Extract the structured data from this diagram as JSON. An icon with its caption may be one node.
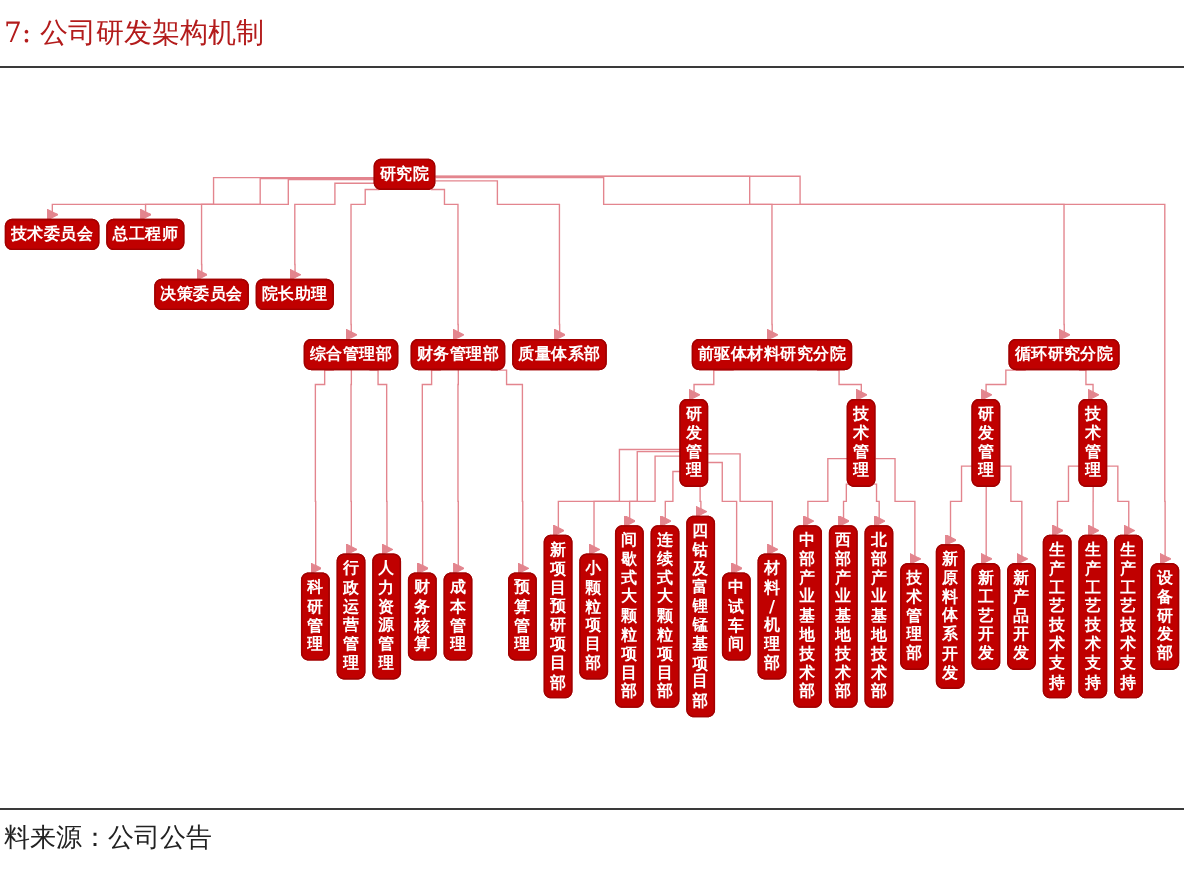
{
  "diagram": {
    "title": "7: 公司研发架构机制",
    "caption": "料来源：公司公告",
    "nodes": [
      {
        "text": [
          "研究院"
        ]
      },
      {
        "text": [
          "技术委员会"
        ]
      },
      {
        "text": [
          "总工程师"
        ]
      },
      {
        "text": [
          "决策委员会"
        ]
      },
      {
        "text": [
          "院长助理"
        ]
      },
      {
        "text": [
          "综合管理部"
        ]
      },
      {
        "text": [
          "财务管理部"
        ]
      },
      {
        "text": [
          "质量体系部"
        ]
      },
      {
        "text": [
          "前驱体材料研究分院"
        ]
      },
      {
        "text": [
          "循环研究分院"
        ]
      },
      {
        "text": [
          "研发管理"
        ]
      },
      {
        "text": [
          "技术管理"
        ]
      },
      {
        "text": [
          "研发管理"
        ]
      },
      {
        "text": [
          "技术管理"
        ]
      },
      {
        "text": [
          "科研管理"
        ]
      },
      {
        "text": [
          "行政运营管理"
        ]
      },
      {
        "text": [
          "人力资源管理"
        ]
      },
      {
        "text": [
          "财务核算"
        ]
      },
      {
        "text": [
          "成本管理"
        ]
      },
      {
        "text": [
          "预算管理"
        ]
      },
      {
        "text": [
          "新项目预研项目部"
        ]
      },
      {
        "text": [
          "小颗粒项目部"
        ]
      },
      {
        "text": [
          "间歇式大颗粒项目部"
        ]
      },
      {
        "text": [
          "连续式大颗粒项目部"
        ]
      },
      {
        "text": [
          "四钴及富锂锰基项目部"
        ]
      },
      {
        "text": [
          "中试车间"
        ]
      },
      {
        "text": [
          "材料/机理部"
        ]
      },
      {
        "text": [
          "中部产业基地技术部"
        ]
      },
      {
        "text": [
          "西部产业基地技术部"
        ]
      },
      {
        "text": [
          "北部产业基地技术部"
        ]
      },
      {
        "text": [
          "技术管理部"
        ]
      },
      {
        "text": [
          "新原料体系开发"
        ]
      },
      {
        "text": [
          "新工艺开发"
        ]
      },
      {
        "text": [
          "新产品开发"
        ]
      },
      {
        "text": [
          "生产工艺技术支持"
        ]
      },
      {
        "text": [
          "生产工艺技术支持"
        ]
      },
      {
        "text": [
          "生产工艺技术支持"
        ]
      },
      {
        "text": [
          "设备研发部"
        ]
      }
    ],
    "edges": [
      {
        "from": 0,
        "to": 1,
        "arrow": "to"
      },
      {
        "from": 0,
        "to": 2,
        "arrow": "to"
      },
      {
        "from": 0,
        "to": 3,
        "arrow": "to"
      },
      {
        "from": 0,
        "to": 4,
        "arrow": "to"
      },
      {
        "from": 0,
        "to": 5,
        "arrow": "to"
      },
      {
        "from": 0,
        "to": 6,
        "arrow": "to"
      },
      {
        "from": 0,
        "to": 7,
        "arrow": "to"
      },
      {
        "from": 0,
        "to": 8,
        "arrow": "to"
      },
      {
        "from": 0,
        "to": 9,
        "arrow": "to"
      },
      {
        "from": 0,
        "to": 37,
        "arrow": "to"
      },
      {
        "from": 8,
        "to": 10,
        "arrow": "to"
      },
      {
        "from": 8,
        "to": 11,
        "arrow": "to"
      },
      {
        "from": 9,
        "to": 12,
        "arrow": "to"
      },
      {
        "from": 9,
        "to": 13,
        "arrow": "to"
      },
      {
        "from": 5,
        "to": 14,
        "arrow": "to"
      },
      {
        "from": 5,
        "to": 15,
        "arrow": "to"
      },
      {
        "from": 5,
        "to": 16,
        "arrow": "to"
      },
      {
        "from": 6,
        "to": 17,
        "arrow": "to"
      },
      {
        "from": 6,
        "to": 18,
        "arrow": "to"
      },
      {
        "from": 6,
        "to": 19,
        "arrow": "to"
      },
      {
        "from": 10,
        "to": 20,
        "arrow": "to"
      },
      {
        "from": 10,
        "to": 21,
        "arrow": "to"
      },
      {
        "from": 10,
        "to": 22,
        "arrow": "to"
      },
      {
        "from": 10,
        "to": 23,
        "arrow": "to"
      },
      {
        "from": 10,
        "to": 24,
        "arrow": "to"
      },
      {
        "from": 10,
        "to": 25,
        "arrow": "to"
      },
      {
        "from": 10,
        "to": 26,
        "arrow": "to"
      },
      {
        "from": 11,
        "to": 27,
        "arrow": "to"
      },
      {
        "from": 11,
        "to": 28,
        "arrow": "to"
      },
      {
        "from": 11,
        "to": 29,
        "arrow": "to"
      },
      {
        "from": 11,
        "to": 30,
        "arrow": "to"
      },
      {
        "from": 12,
        "to": 31,
        "arrow": "to"
      },
      {
        "from": 12,
        "to": 32,
        "arrow": "to"
      },
      {
        "from": 12,
        "to": 33,
        "arrow": "to"
      },
      {
        "from": 13,
        "to": 34,
        "arrow": "to"
      },
      {
        "from": 13,
        "to": 35,
        "arrow": "to"
      },
      {
        "from": 13,
        "to": 36,
        "arrow": "to"
      }
    ]
  }
}
